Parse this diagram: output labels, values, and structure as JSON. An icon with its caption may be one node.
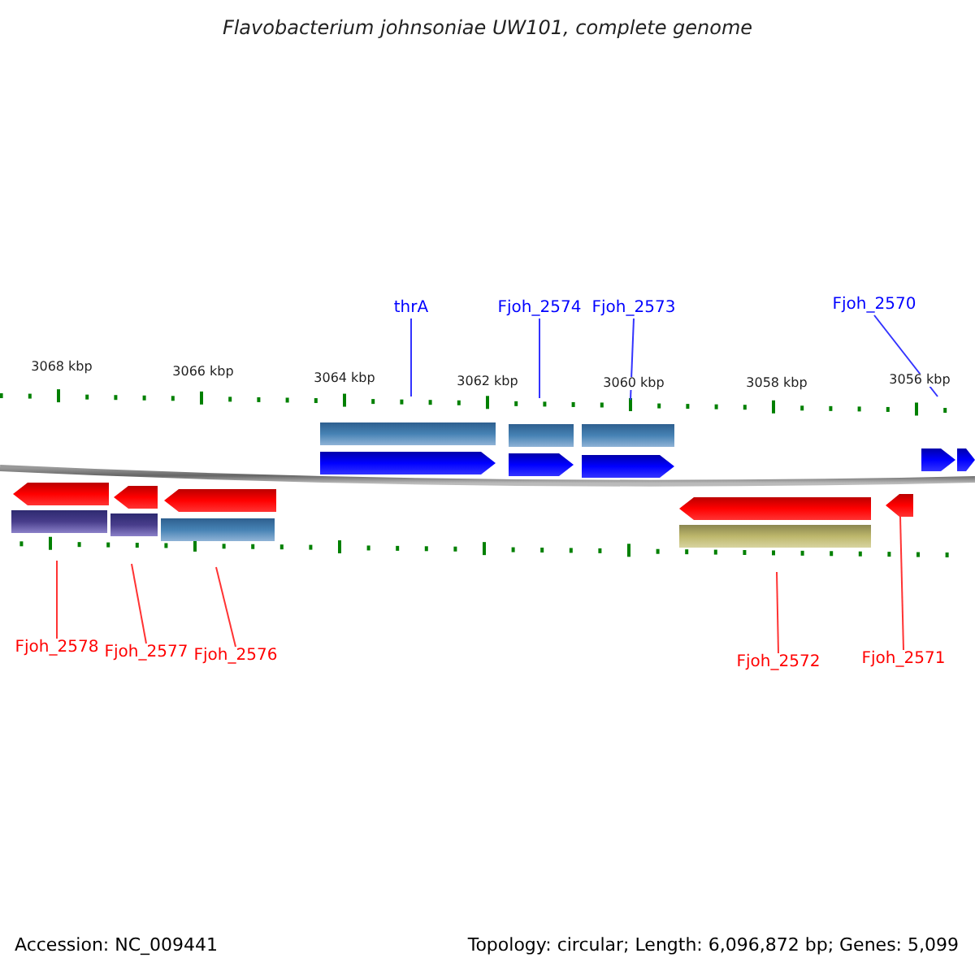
{
  "diagram": {
    "title": "Flavobacterium johnsoniae UW101, complete genome",
    "nodes": [
      {
        "text": [
          "thrA"
        ]
      },
      {
        "text": [
          "Fjoh_2574"
        ]
      },
      {
        "text": [
          "Fjoh_2573"
        ]
      },
      {
        "text": [
          "Fjoh_2570"
        ]
      },
      {
        "text": [
          "Fjoh_2578"
        ]
      },
      {
        "text": [
          "Fjoh_2577"
        ]
      },
      {
        "text": [
          "Fjoh_2576"
        ]
      },
      {
        "text": [
          "Fjoh_2572"
        ]
      },
      {
        "text": [
          "Fjoh_2571"
        ]
      },
      {
        "text": [],
        "shape": "arrow"
      },
      {
        "text": [],
        "shape": "arrow"
      },
      {
        "text": [],
        "shape": "arrow"
      },
      {
        "text": [],
        "shape": "arrow"
      },
      {
        "text": [],
        "shape": "arrow"
      },
      {
        "text": [],
        "shape": "arrow"
      },
      {
        "text": [],
        "shape": "arrow"
      },
      {
        "text": [],
        "shape": "arrow"
      },
      {
        "text": [],
        "shape": "arrow"
      },
      {
        "text": [],
        "shape": "arrow"
      }
    ],
    "edges": [
      {
        "from": 0,
        "to": 9,
        "arrow": "none",
        "color": "#3333ff"
      },
      {
        "from": 1,
        "to": 10,
        "arrow": "none",
        "color": "#3333ff"
      },
      {
        "from": 2,
        "to": 11,
        "arrow": "none",
        "color": "#3333ff"
      },
      {
        "from": 3,
        "to": 12,
        "arrow": "none",
        "color": "#3333ff"
      },
      {
        "from": 4,
        "to": 14,
        "arrow": "none"
      },
      {
        "from": 5,
        "to": 15,
        "arrow": "none"
      },
      {
        "from": 6,
        "to": 16,
        "arrow": "none"
      },
      {
        "from": 7,
        "to": 17,
        "arrow": "none"
      },
      {
        "from": 8,
        "to": 18,
        "arrow": "none"
      }
    ],
    "labels": [
      "3068 kbp",
      "3066 kbp",
      "3064 kbp",
      "3062 kbp",
      "3060 kbp",
      "3058 kbp",
      "3056 kbp",
      "Accession: NC_009441",
      "Topology: circular; Length: 6,096,872 bp; Genes: 5,099"
    ]
  }
}
